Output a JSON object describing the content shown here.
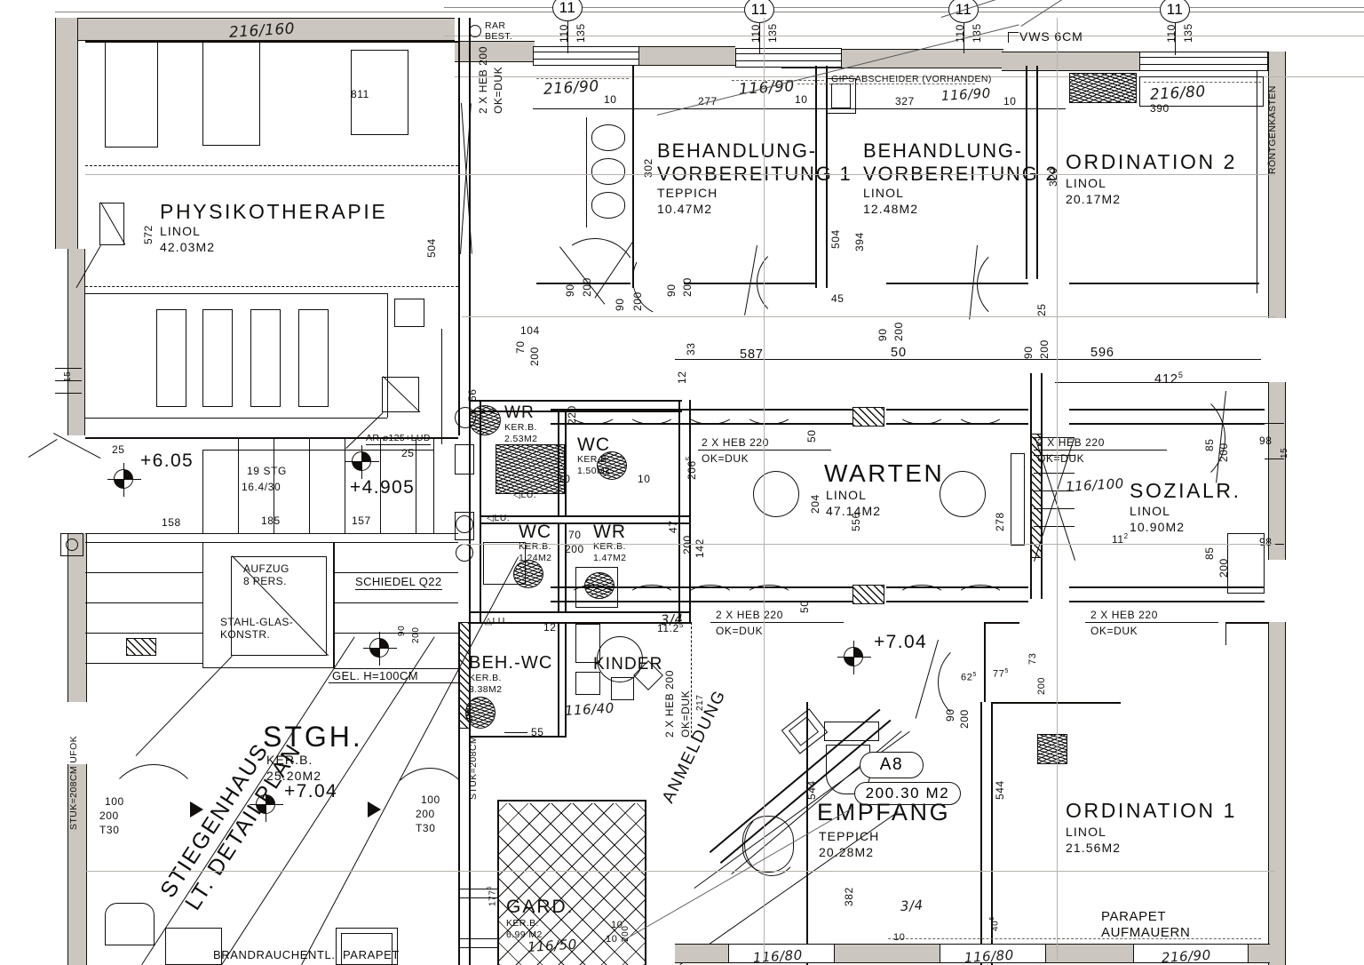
{
  "document": {
    "type": "architectural-floor-plan",
    "language": "de-AT",
    "description": "Grundriss einer Arztordination / medizinischen Praxis"
  },
  "rooms": [
    {
      "id": "physiotherapie",
      "name": "PHYSIKOTHERAPIE",
      "floor": "LINOL",
      "area": "42.03M2"
    },
    {
      "id": "behandlung1",
      "name_l1": "BEHANDLUNG-",
      "name_l2": "VORBEREITUNG 1",
      "floor": "TEPPICH",
      "area": "10.47M2"
    },
    {
      "id": "behandlung2",
      "name_l1": "BEHANDLUNG-",
      "name_l2": "VORBEREITUNG 2",
      "floor": "LINOL",
      "area": "12.48M2"
    },
    {
      "id": "ordination2",
      "name": "ORDINATION 2",
      "floor": "LINOL",
      "area": "20.17M2"
    },
    {
      "id": "warten",
      "name": "WARTEN",
      "floor": "LINOL",
      "area": "47.14M2"
    },
    {
      "id": "sozialraum",
      "name": "SOZIALR.",
      "floor": "LINOL",
      "area": "10.90M2"
    },
    {
      "id": "empfang",
      "name": "EMPFANG",
      "floor": "TEPPICH",
      "area": "20.28M2"
    },
    {
      "id": "ordination1",
      "name": "ORDINATION 1",
      "floor": "LINOL",
      "area": "21.56M2"
    },
    {
      "id": "stiegenhaus",
      "name": "STGH.",
      "floor": "KER.B.",
      "area": "25.20M2"
    },
    {
      "id": "garderobe",
      "name": "GARD.",
      "floor": "KER.B.",
      "area": "6.99 M2"
    },
    {
      "id": "beh-wc",
      "name": "BEH.-WC",
      "floor": "KER.B.",
      "area": "3.38M2"
    },
    {
      "id": "wc1",
      "name": "WC",
      "floor": "KER.B.",
      "area": "1.50M2"
    },
    {
      "id": "wc2",
      "name": "WC",
      "floor": "KER.B.",
      "area": "1.24M2"
    },
    {
      "id": "wr1",
      "name": "WR",
      "floor": "KER.B.",
      "area": "2.53M2"
    },
    {
      "id": "wr2",
      "name": "WR",
      "floor": "KER.B.",
      "area": "1.47M2"
    }
  ],
  "unit_badge": {
    "code": "A8",
    "area": "200.30  M2"
  },
  "labels": {
    "anmeldung": "ANMELDUNG",
    "kinder": "KINDER",
    "aufzug_l1": "AUFZUG",
    "aufzug_l2": "8 PERS.",
    "stahlglas_l1": "STAHL-GLAS-",
    "stahlglas_l2": "KONSTR.",
    "schiedel": "SCHIEDEL  Q22",
    "gelaender": "GEL. H=100CM",
    "stiegenhaus_diag_l1": "STIEGENHAUS",
    "stiegenhaus_diag_l2": "LT. DETAILPLAN",
    "brandrauch": "BRANDRAUCHENTL.",
    "parapet_bl": "PARAPET",
    "parapet_br_l1": "PARAPET",
    "parapet_br_l2": "AUFMAUERN",
    "gipsabscheider": "GIPSABSCHEIDER (VORHANDEN)",
    "roentgenkasten": "RÖNTGENKASTEN",
    "vws": "VWS 6CM",
    "rar_l1": "RAR",
    "rar_l2": "BEST.",
    "ar_lud": "AR ⌀125+LUD",
    "stuk_ufok": "STUK=208CM UFOK",
    "stuk_208": "STUK=208CM",
    "lu": "LU.",
    "lu2": "LU.",
    "lu3": "LU."
  },
  "levels": {
    "plus605": "+6.05",
    "plus4905": "+4.905",
    "plus704_left": "+7.04",
    "plus704_mid": "+7.04",
    "plus704_stgh": "+7.04"
  },
  "stair": {
    "count": "19 STG",
    "riser_tread": "16.4/30"
  },
  "beam_callouts": [
    {
      "id": "heb200-left",
      "l1": "2 X HEB 200",
      "l2": "OK=DUK"
    },
    {
      "id": "heb220-warten-top",
      "l1": "2 X HEB 220",
      "l2": "OK=DUK"
    },
    {
      "id": "heb220-sozial-top",
      "l1": "2 X HEB 220",
      "l2": "OK=DUK"
    },
    {
      "id": "heb220-warten-bottom",
      "l1": "2 X HEB 220",
      "l2": "OK=DUK"
    },
    {
      "id": "heb220-sozial-bottom",
      "l1": "2 X HEB 220",
      "l2": "OK=DUK"
    },
    {
      "id": "heb200-kinder",
      "l1": "2 X HEB 200",
      "l2": "OK=DUK"
    }
  ],
  "handwritten": [
    {
      "id": "hw1",
      "text": "216/160"
    },
    {
      "id": "hw2",
      "text": "216/90"
    },
    {
      "id": "hw3",
      "text": "116/90"
    },
    {
      "id": "hw4",
      "text": "116/90"
    },
    {
      "id": "hw5",
      "text": "216/80"
    },
    {
      "id": "hw6",
      "text": "390"
    },
    {
      "id": "hw7",
      "text": "116/40"
    },
    {
      "id": "hw8",
      "text": "116/40"
    },
    {
      "id": "hw9",
      "text": "116/100"
    },
    {
      "id": "hw10",
      "text": "3/4"
    },
    {
      "id": "hw11",
      "text": "3/4"
    },
    {
      "id": "hw12",
      "text": "116/80"
    },
    {
      "id": "hw13",
      "text": "116/80"
    },
    {
      "id": "hw14",
      "text": "216/90"
    },
    {
      "id": "hw15",
      "text": "116/50"
    },
    {
      "id": "hw16",
      "text": "412"
    }
  ],
  "dimensions": {
    "top_chain": [
      "110",
      "135",
      "110",
      "135",
      "110",
      "135",
      "110",
      "135"
    ],
    "d811": "811",
    "d277": "277",
    "d327": "327",
    "d10a": "10",
    "d10b": "10",
    "d10c": "10",
    "d10d": "10",
    "d10e": "10",
    "d10f": "10",
    "d302": "302",
    "d504a": "504",
    "d504b": "504",
    "d504c": "504",
    "d394": "394",
    "d320": "320",
    "d572": "572",
    "d587": "587",
    "d586": "596",
    "d50a": "50",
    "d50b": "50",
    "d50c": "50",
    "d412": "412",
    "d204": "204",
    "d556": "556",
    "d278": "278",
    "d85a": "85",
    "d85b": "85",
    "d200a": "200",
    "d200b": "200",
    "d200c": "200",
    "d200d": "200",
    "d200e": "200",
    "d200f": "200",
    "d98a": "98",
    "d98b": "98",
    "d25a": "25",
    "d25b": "25",
    "d25c": "25",
    "d158": "158",
    "d185": "185",
    "d157": "157",
    "d104": "104",
    "d70a": "70",
    "d70b": "70",
    "d142": "142",
    "d206": "206",
    "d47a": "47",
    "d47b": "47",
    "d544a": "544",
    "d544b": "544",
    "d382": "382",
    "d55": "55",
    "d12a": "12",
    "d12b": "12",
    "d1125": "11.2",
    "d45": "45",
    "d90": "90",
    "d80": "80",
    "d73": "73",
    "d625": "62",
    "d775": "77",
    "d217a": "217",
    "d217b": "217",
    "d1775": "177",
    "d335": "33"
  },
  "door_callouts": [
    {
      "id": "door-left",
      "w": "100",
      "h": "200",
      "fire": "T30"
    },
    {
      "id": "door-stgh",
      "w": "100",
      "h": "200",
      "fire": "T30"
    }
  ],
  "circled_markers": [
    "11",
    "11",
    "11",
    "11"
  ],
  "colors": {
    "ink": "#141210",
    "wall_fill": "#c8c4be",
    "paper": "#fbfbfa"
  }
}
